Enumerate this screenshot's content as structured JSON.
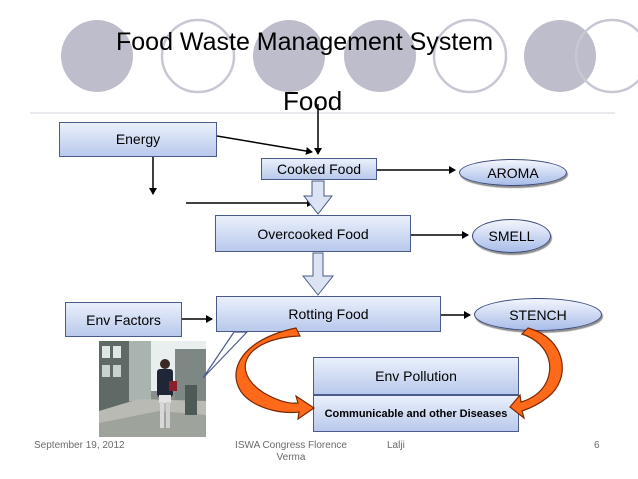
{
  "slide": {
    "title": "Food Waste Management System",
    "source_label": "Food",
    "boxes": {
      "energy": "Energy",
      "cooked_food": "Cooked Food",
      "overcooked_food": "Overcooked Food",
      "rotting_food": "Rotting Food",
      "env_factors": "Env Factors",
      "env_pollution": "Env Pollution",
      "diseases": "Communicable and other Diseases"
    },
    "ovals": {
      "aroma": "AROMA",
      "smell": "SMELL",
      "stench": "STENCH"
    },
    "photo": {
      "alt": "photo of a woman in a street holding her nose"
    },
    "colors": {
      "box_gradient_top": "#eaf0fb",
      "box_gradient_bottom": "#b9c9ec",
      "curved_arrow": "#ff6a1a",
      "circle_decor": "#b9b9c9"
    }
  },
  "footer": {
    "date": "September 19, 2012",
    "congress_line1": "ISWA Congress Florence",
    "congress_line2": "Verma",
    "author": "Lalji",
    "page_number": "6"
  }
}
